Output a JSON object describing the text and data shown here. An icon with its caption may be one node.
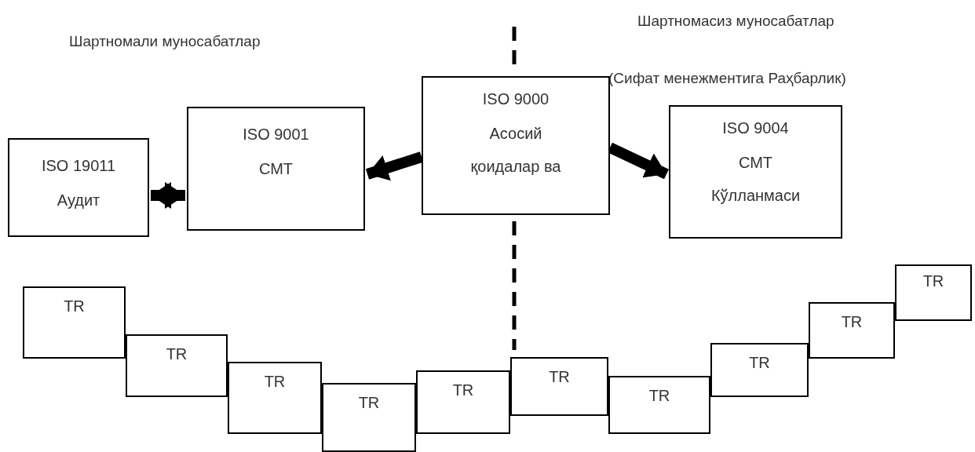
{
  "diagram": {
    "nodes": [
      {
        "text": [
          "ISO 19011",
          "Аудит"
        ]
      },
      {
        "text": [
          "ISO 9001",
          "СМТ"
        ]
      },
      {
        "text": [
          "ISO 9000",
          "Асосий қоидалар ва"
        ]
      },
      {
        "text": [
          "ISO 9004",
          "СМТ Кўлланмаси"
        ]
      },
      {
        "text": [
          "TR"
        ]
      },
      {
        "text": [
          "TR"
        ]
      },
      {
        "text": [
          "TR"
        ]
      },
      {
        "text": [
          "TR"
        ]
      },
      {
        "text": [
          "TR"
        ]
      },
      {
        "text": [
          "TR"
        ]
      },
      {
        "text": [
          "TR"
        ]
      },
      {
        "text": [
          "TR"
        ]
      },
      {
        "text": [
          "TR"
        ]
      },
      {
        "text": [
          "TR"
        ]
      }
    ],
    "edges": [
      {
        "from": 2,
        "to": 1,
        "arrow": "to"
      },
      {
        "from": 2,
        "to": 3,
        "arrow": "to"
      },
      {
        "from": 0,
        "to": 1,
        "arrow": "both"
      }
    ],
    "labels": [
      "Шартномасиз муносабатлар",
      "Шартномали муносабатлар",
      "(Сифат менежментига Раҳбарлик)"
    ]
  }
}
